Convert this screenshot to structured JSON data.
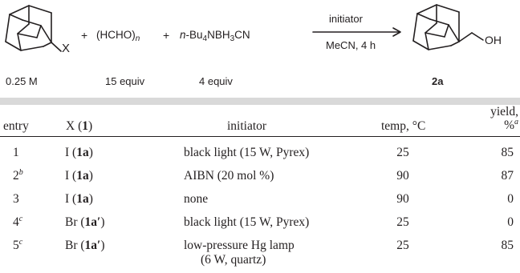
{
  "scheme": {
    "reactant_substituent": "X",
    "reagent_paraformaldehyde": "(HCHO)",
    "reagent_paraformaldehyde_sub": "n",
    "reagent_borohydride_prefix": "n",
    "reagent_borohydride_body": "-Bu",
    "reagent_borohydride_sub1": "4",
    "reagent_borohydride_mid": "NBH",
    "reagent_borohydride_sub2": "3",
    "reagent_borohydride_tail": "CN",
    "arrow_top": "initiator",
    "arrow_bottom": "MeCN, 4 h",
    "product_group": "OH",
    "reactant_conc": "0.25 M",
    "paraformaldehyde_equiv": "15 equiv",
    "borohydride_equiv": "4 equiv",
    "product_label": "2a",
    "plus": "+"
  },
  "table": {
    "headers": {
      "entry": "entry",
      "x_prefix": "X (",
      "x_bold": "1",
      "x_suffix": ")",
      "initiator": "initiator",
      "temp": "temp, °C",
      "yield_line1": "yield,",
      "yield_line2": "%",
      "yield_footnote": "a"
    },
    "rows": [
      {
        "entry": "1",
        "entry_note": "",
        "x": "I",
        "cmpd": "1a",
        "initiator": "black light (15 W, Pyrex)",
        "initiator2": "",
        "temp": "25",
        "yield": "85"
      },
      {
        "entry": "2",
        "entry_note": "b",
        "x": "I",
        "cmpd": "1a",
        "initiator": "AIBN (20 mol %)",
        "initiator2": "",
        "temp": "90",
        "yield": "87"
      },
      {
        "entry": "3",
        "entry_note": "",
        "x": "I",
        "cmpd": "1a",
        "initiator": "none",
        "initiator2": "",
        "temp": "90",
        "yield": "0"
      },
      {
        "entry": "4",
        "entry_note": "c",
        "x": "Br",
        "cmpd": "1a′",
        "initiator": "black light (15 W, Pyrex)",
        "initiator2": "",
        "temp": "25",
        "yield": "0"
      },
      {
        "entry": "5",
        "entry_note": "c",
        "x": "Br",
        "cmpd": "1a′",
        "initiator": "low-pressure Hg lamp",
        "initiator2": "(6 W, quartz)",
        "temp": "25",
        "yield": "85"
      }
    ]
  }
}
